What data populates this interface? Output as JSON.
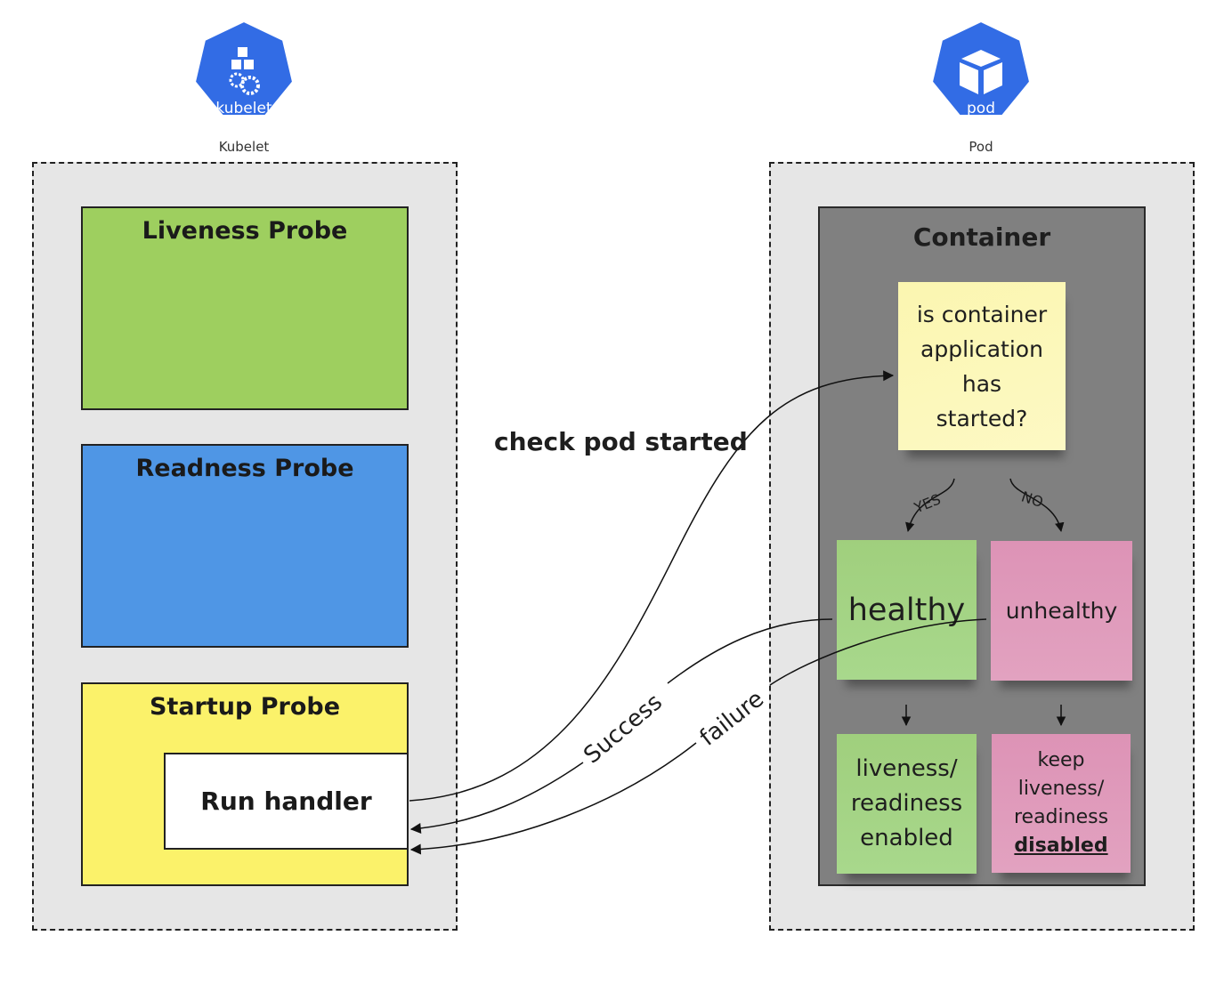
{
  "nodes": {
    "kubelet": {
      "icon_text": "kubelet",
      "caption": "Kubelet",
      "icon": "kubelet-icon"
    },
    "pod": {
      "icon_text": "pod",
      "caption": "Pod",
      "icon": "pod-cube-icon"
    }
  },
  "kubelet_group": {
    "probes": [
      {
        "label": "Liveness Probe",
        "color": "#9ecf5f"
      },
      {
        "label": "Readness Probe",
        "color": "#4f96e5"
      },
      {
        "label": "Startup Probe",
        "color": "#fbf26a"
      }
    ],
    "handler_label": "Run handler"
  },
  "pod_group": {
    "container_title": "Container",
    "question": [
      "is container",
      "application",
      "has",
      "started?"
    ],
    "branch_yes": "YES",
    "branch_no": "NO",
    "healthy": "healthy",
    "unhealthy": "unhealthy",
    "enabled_note": [
      "liveness/",
      "readiness",
      "enabled"
    ],
    "disabled_note": [
      "keep",
      "liveness/",
      "readiness"
    ],
    "disabled_note_emphasis": "disabled"
  },
  "edges": {
    "check_label": "check pod started",
    "success_label": "Success",
    "failure_label": "failure"
  },
  "colors": {
    "k8s_blue": "#326ce5",
    "group_bg": "#e6e6e6",
    "container_bg": "#808080",
    "sticky_yellow": "#fdf8b7",
    "sticky_green": "#a3d17f",
    "sticky_pink": "#e09ab8"
  }
}
